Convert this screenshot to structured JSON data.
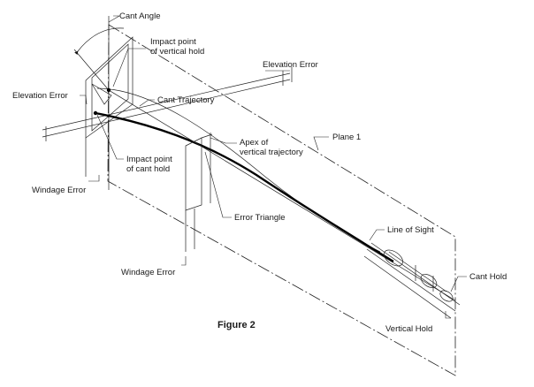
{
  "figure": {
    "caption": "Figure 2",
    "labels": {
      "cant_angle": "Cant Angle",
      "impact_vertical_1": "Impact point",
      "impact_vertical_2": "of vertical hold",
      "elevation_error_top": "Elevation Error",
      "elevation_error_left": "Elevation Error",
      "cant_trajectory": "Cant Trajectory",
      "plane_1": "Plane 1",
      "apex_1": "Apex of",
      "apex_2": "vertical trajectory",
      "impact_cant_1": "Impact point",
      "impact_cant_2": "of cant hold",
      "windage_error_left": "Windage Error",
      "error_triangle": "Error Triangle",
      "line_of_sight": "Line of Sight",
      "windage_error_bottom": "Windage Error",
      "cant_hold": "Cant Hold",
      "vertical_hold": "Vertical Hold"
    }
  }
}
